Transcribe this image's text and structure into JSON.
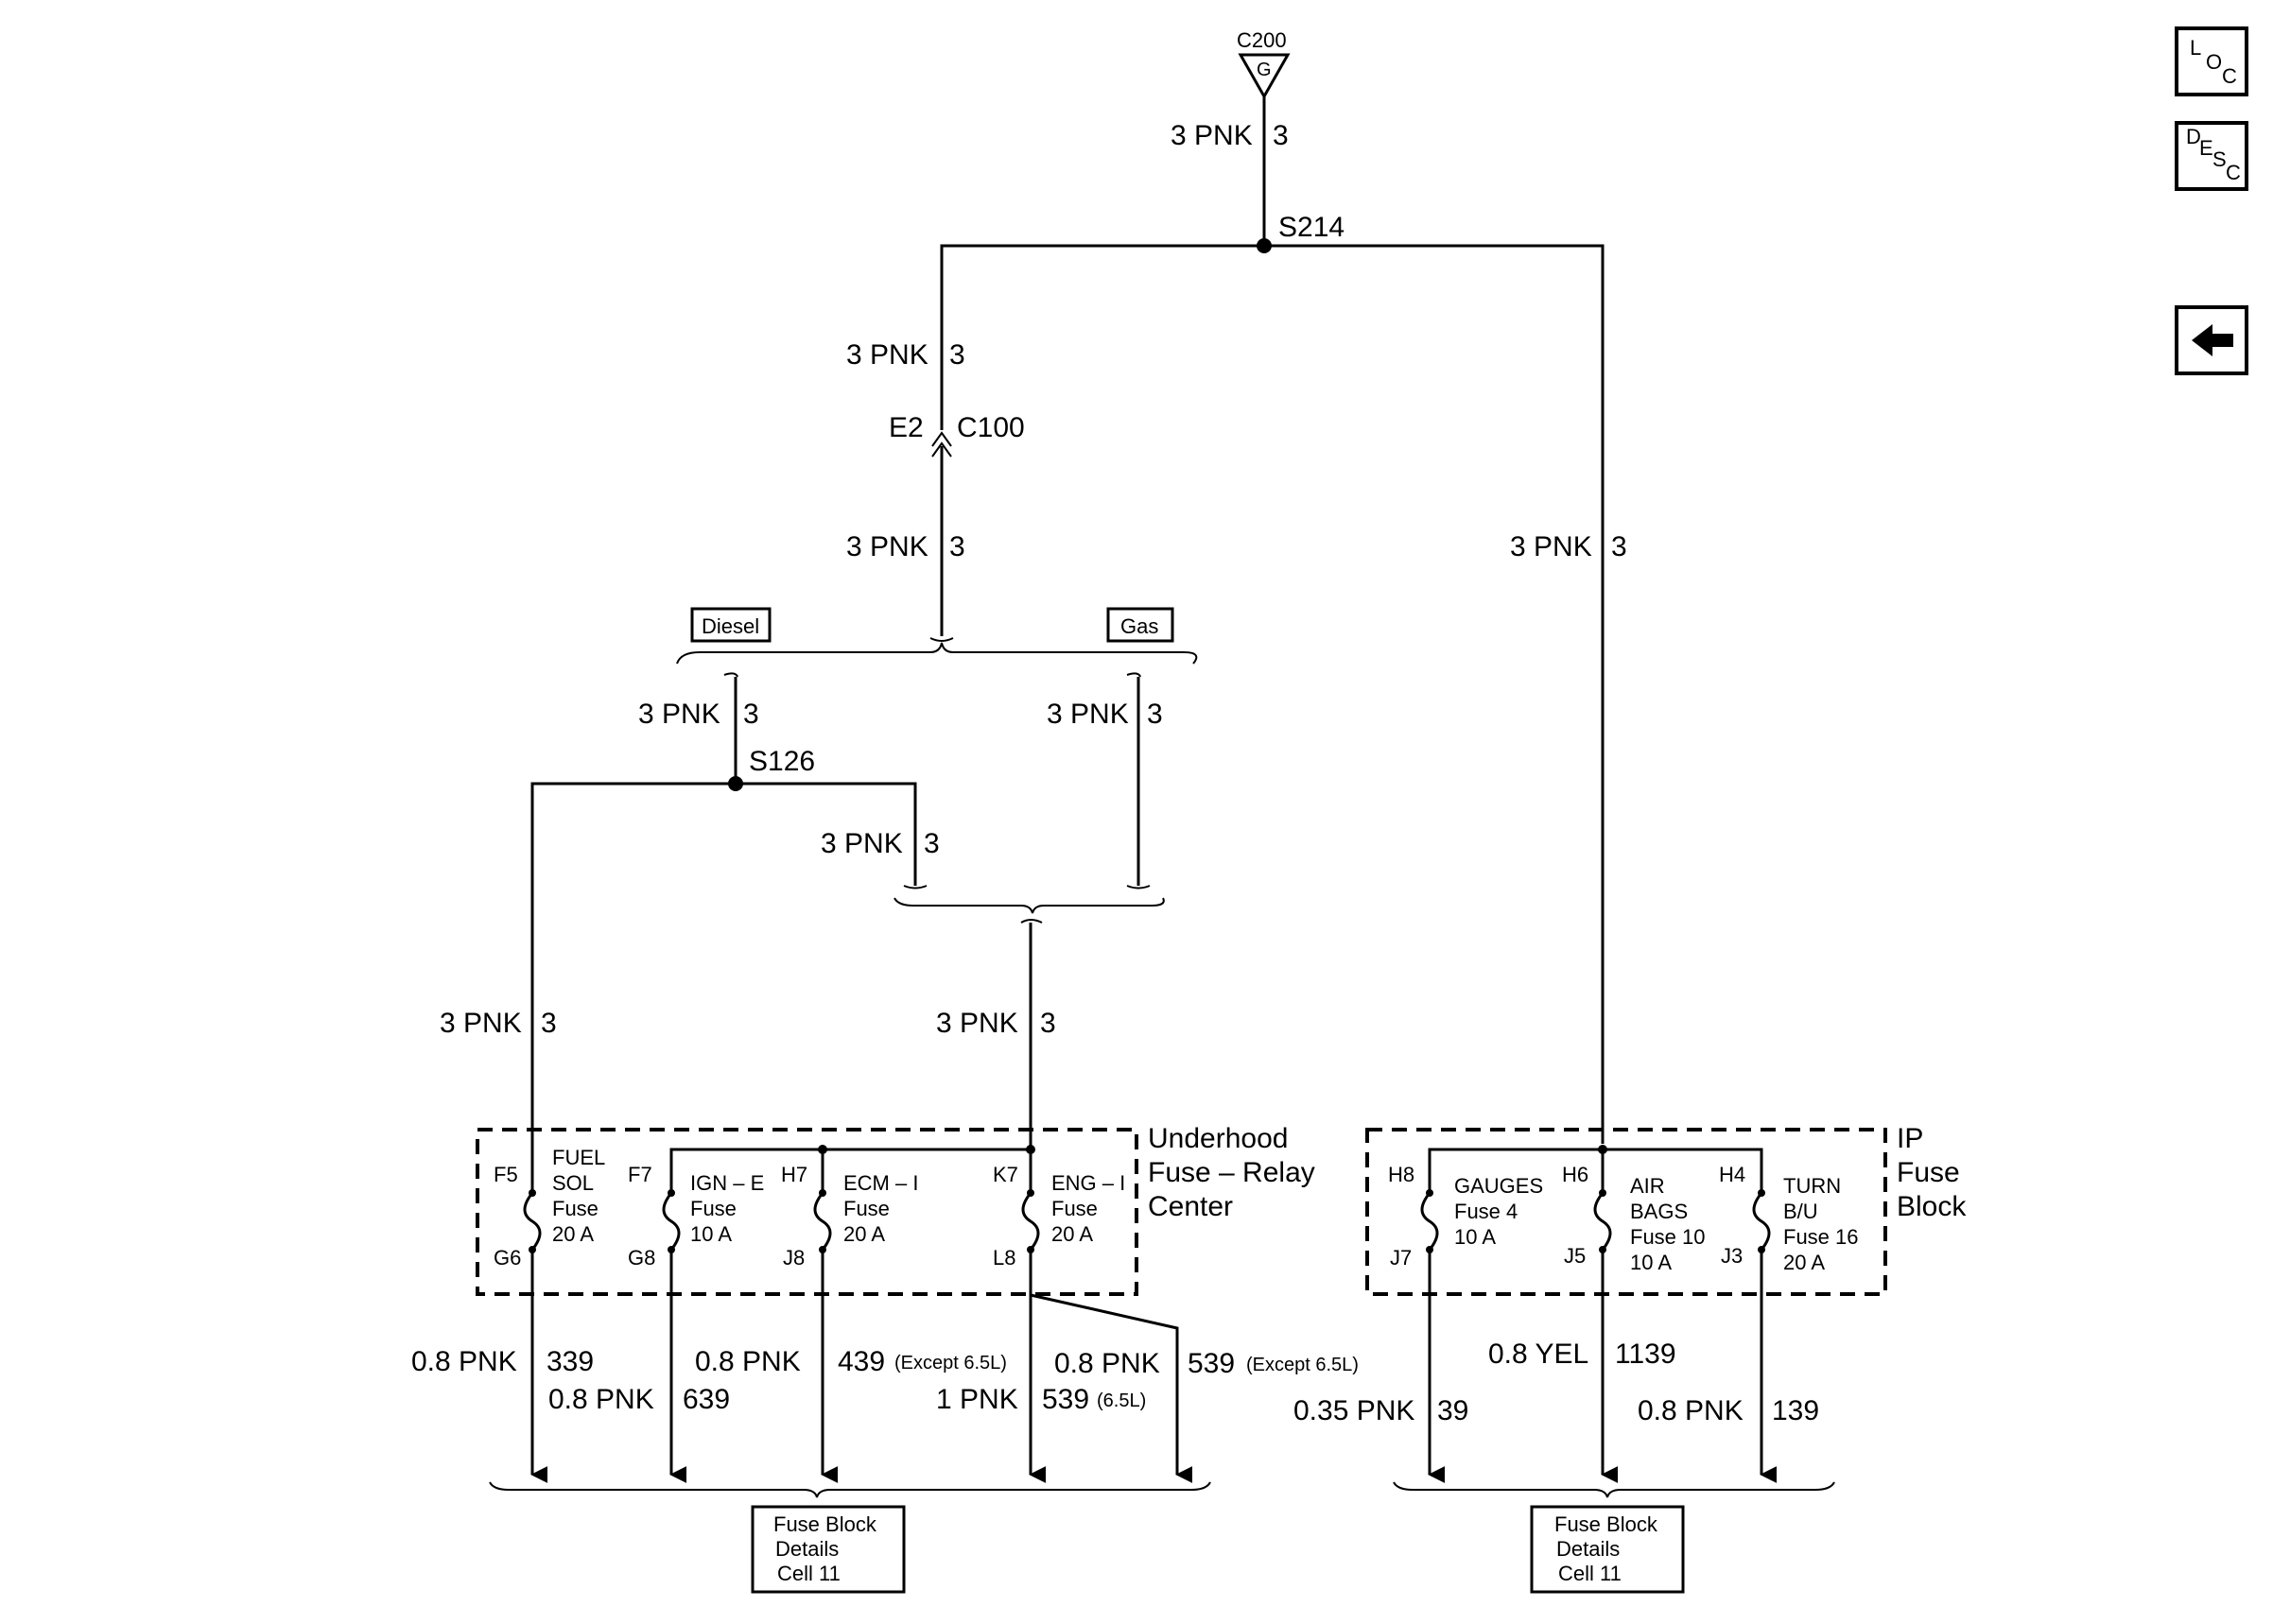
{
  "nav": {
    "loc": [
      "L",
      "O",
      "C"
    ],
    "desc": [
      "D",
      "E",
      "S",
      "C"
    ]
  },
  "ground": {
    "connector": "C200",
    "letter": "G"
  },
  "splices": {
    "s214": "S214",
    "s126": "S126"
  },
  "connector_c100": {
    "pin": "E2",
    "name": "C100"
  },
  "options": {
    "diesel": "Diesel",
    "gas": "Gas"
  },
  "wires": {
    "top": {
      "spec": "3 PNK",
      "circuit": "3"
    },
    "left_upper": {
      "spec": "3 PNK",
      "circuit": "3"
    },
    "left_lower": {
      "spec": "3 PNK",
      "circuit": "3"
    },
    "right_main": {
      "spec": "3 PNK",
      "circuit": "3"
    },
    "diesel": {
      "spec": "3 PNK",
      "circuit": "3"
    },
    "gas": {
      "spec": "3 PNK",
      "circuit": "3"
    },
    "s126_right": {
      "spec": "3 PNK",
      "circuit": "3"
    },
    "fuel_sol_feed": {
      "spec": "3 PNK",
      "circuit": "3"
    },
    "eng_feed": {
      "spec": "3 PNK",
      "circuit": "3"
    }
  },
  "underhood": {
    "title": [
      "Underhood",
      "Fuse – Relay",
      "Center"
    ],
    "fuses": [
      {
        "in": "F5",
        "out": "G6",
        "lines": [
          "FUEL",
          "SOL",
          "Fuse",
          "20 A"
        ]
      },
      {
        "in": "F7",
        "out": "G8",
        "lines": [
          "IGN – E",
          "Fuse",
          "10 A"
        ]
      },
      {
        "in": "H7",
        "out": "J8",
        "lines": [
          "ECM – I",
          "Fuse",
          "20 A"
        ]
      },
      {
        "in": "K7",
        "out": "L8",
        "lines": [
          "ENG – I",
          "Fuse",
          "20 A"
        ]
      }
    ]
  },
  "ip_block": {
    "title": [
      "IP",
      "Fuse",
      "Block"
    ],
    "fuses": [
      {
        "in": "H8",
        "out": "J7",
        "lines": [
          "GAUGES",
          "Fuse 4",
          "10 A"
        ]
      },
      {
        "in": "H6",
        "out": "J5",
        "lines": [
          "AIR",
          "BAGS",
          "Fuse 10",
          "10 A"
        ]
      },
      {
        "in": "H4",
        "out": "J3",
        "lines": [
          "TURN",
          "B/U",
          "Fuse 16",
          "20 A"
        ]
      }
    ]
  },
  "outputs": {
    "w339": {
      "spec": "0.8 PNK",
      "circuit": "339"
    },
    "w639": {
      "spec": "0.8 PNK",
      "circuit": "639"
    },
    "w439": {
      "spec": "0.8 PNK",
      "circuit": "439",
      "note": "(Except 6.5L)"
    },
    "w539a": {
      "spec": "1 PNK",
      "circuit": "539",
      "note": "(6.5L)"
    },
    "w539b": {
      "spec": "0.8 PNK",
      "circuit": "539",
      "note": "(Except 6.5L)"
    },
    "w39": {
      "spec": "0.35 PNK",
      "circuit": "39"
    },
    "w1139": {
      "spec": "0.8 YEL",
      "circuit": "1139"
    },
    "w139": {
      "spec": "0.8 PNK",
      "circuit": "139"
    }
  },
  "refs": {
    "left": [
      "Fuse Block",
      "Details",
      "Cell 11"
    ],
    "right": [
      "Fuse Block",
      "Details",
      "Cell 11"
    ]
  }
}
